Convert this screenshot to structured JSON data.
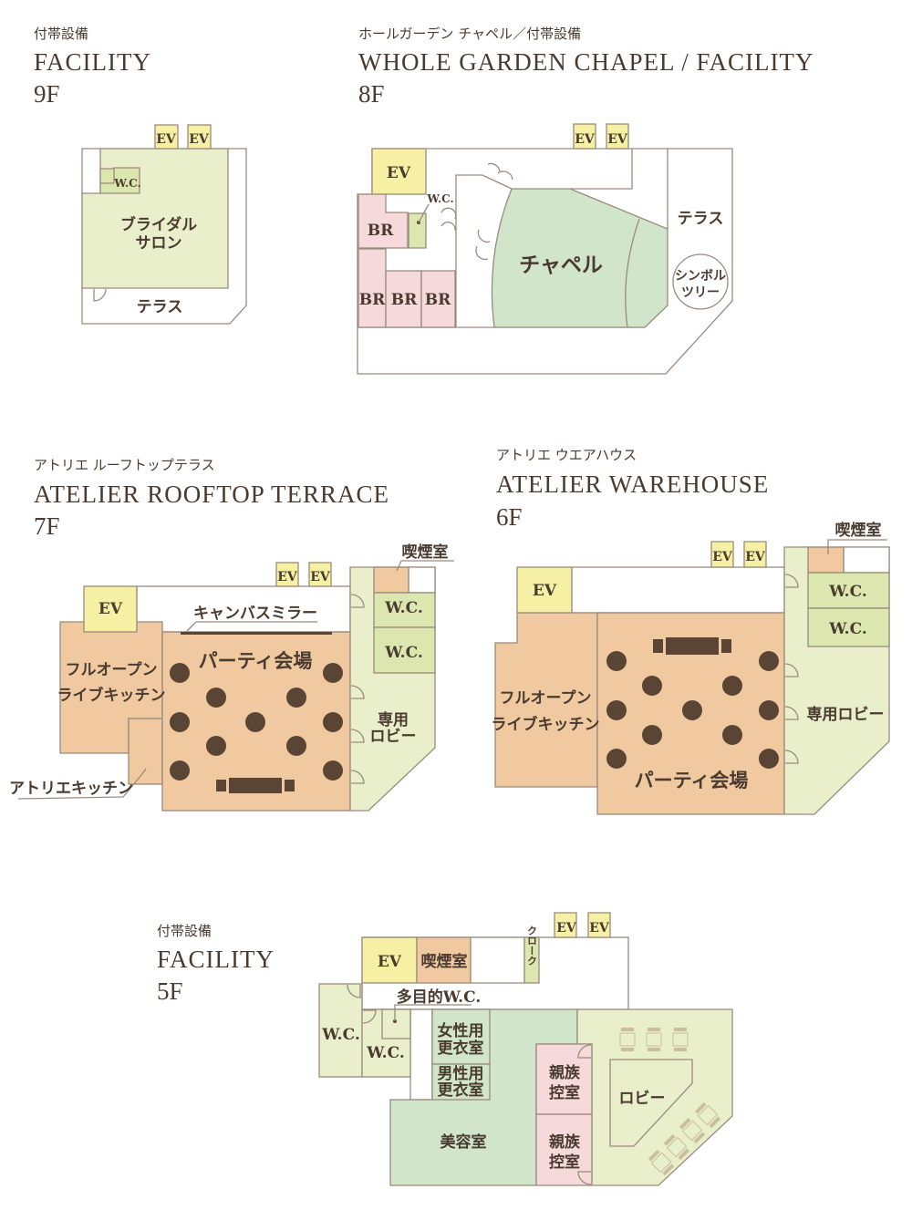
{
  "floors": {
    "f9": {
      "sub": "付帯設備",
      "title": "FACILITY",
      "floor": "9F",
      "ev": "EV",
      "wc": "W.C.",
      "salon1": "ブライダル",
      "salon2": "サロン",
      "terrace": "テラス"
    },
    "f8": {
      "sub": "ホールガーデン チャペル／付帯設備",
      "title": "WHOLE GARDEN CHAPEL / FACILITY",
      "floor": "8F",
      "ev": "EV",
      "wc": "W.C.",
      "br": "BR",
      "chapel": "チャペル",
      "terrace": "テラス",
      "tree1": "シンボル",
      "tree2": "ツリー"
    },
    "f7": {
      "sub": "アトリエ ルーフトップテラス",
      "title": "ATELIER ROOFTOP TERRACE",
      "floor": "7F",
      "ev": "EV",
      "smoking": "喫煙室",
      "wc": "W.C.",
      "mirror": "キャンバスミラー",
      "kitchen1": "フルオープン",
      "kitchen2": "ライブキッチン",
      "hall": "パーティ会場",
      "lobby1": "専用",
      "lobby2": "ロビー",
      "atelier_kitchen": "アトリエキッチン"
    },
    "f6": {
      "sub": "アトリエ ウエアハウス",
      "title": "ATELIER WAREHOUSE",
      "floor": "6F",
      "ev": "EV",
      "smoking": "喫煙室",
      "wc": "W.C.",
      "kitchen1": "フルオープン",
      "kitchen2": "ライブキッチン",
      "hall": "パーティ会場",
      "lobby": "専用ロビー"
    },
    "f5": {
      "sub": "付帯設備",
      "title": "FACILITY",
      "floor": "5F",
      "ev": "EV",
      "smoking": "喫煙室",
      "cloak": "クローク",
      "mwc": "多目的W.C.",
      "wc": "W.C.",
      "women1": "女性用",
      "women2": "更衣室",
      "men1": "男性用",
      "men2": "更衣室",
      "beauty": "美容室",
      "family1": "親族",
      "family2": "控室",
      "lobby": "ロビー"
    }
  },
  "colors": {
    "ev": "#f5f0a3",
    "smoking": "#f0c9a0",
    "lobby": "#e9eecb",
    "wc": "#dce7b0",
    "chapel": "#d0e5ca",
    "bride_room": "#f6d9da",
    "table": "#5a4535"
  }
}
